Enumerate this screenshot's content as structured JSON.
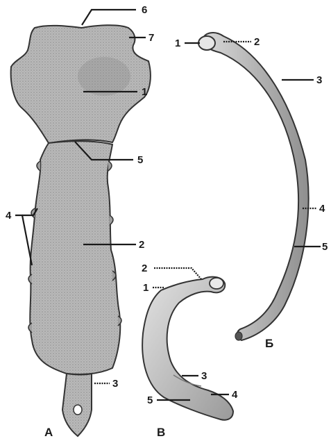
{
  "figure_labels": {
    "A": "А",
    "B": "Б",
    "V": "В"
  },
  "sternum_labels": {
    "manubrium": "1",
    "body": "2",
    "xiphoid": "3",
    "costal_notches": "4",
    "manubriosternal_joint": "5",
    "jugular_notch": "6",
    "clavicular_notch": "7"
  },
  "rib_labels": {
    "head": "1",
    "neck": "2",
    "tubercle_region": "3",
    "angle": "4",
    "shaft": "5"
  },
  "first_rib_labels": {
    "tubercle": "2",
    "head": "1",
    "subclavian_groove": "3",
    "shaft": "4",
    "body": "5"
  }
}
